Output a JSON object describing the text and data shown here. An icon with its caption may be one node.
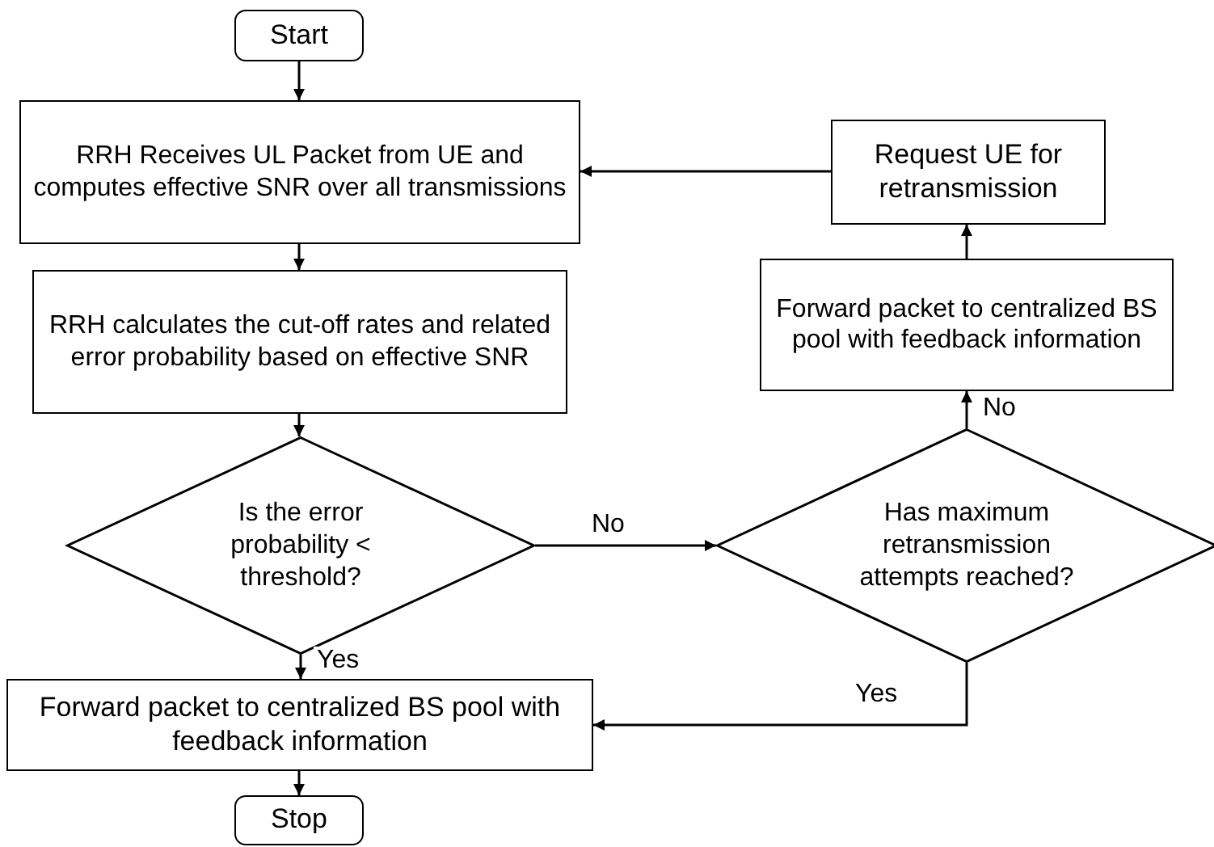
{
  "diagram": {
    "nodes": [
      {
        "text": [
          "Start"
        ]
      },
      {
        "text": [
          "RRH Receives UL Packet from UE and computes effective SNR over all transmissions"
        ]
      },
      {
        "text": [
          "RRH calculates the cut-off rates and related error probability based on effective SNR"
        ]
      },
      {
        "text": [
          "Is the error probability < threshold?"
        ]
      },
      {
        "text": [
          "Forward packet to centralized BS pool with feedback information"
        ]
      },
      {
        "text": [
          "Stop"
        ]
      },
      {
        "text": [
          "Request UE for retransmission"
        ]
      },
      {
        "text": [
          "Forward packet to centralized BS pool with feedback information"
        ]
      },
      {
        "text": [
          "Has maximum retransmission attempts reached?"
        ]
      }
    ],
    "edges": [
      {
        "from": 0,
        "to": 1,
        "arrow": "to"
      },
      {
        "from": 1,
        "to": 2,
        "arrow": "to"
      },
      {
        "from": 2,
        "to": 3,
        "arrow": "to"
      },
      {
        "from": 3,
        "to": 4,
        "arrow": "to",
        "label": "Yes"
      },
      {
        "from": 4,
        "to": 5,
        "arrow": "to"
      },
      {
        "from": 3,
        "to": 8,
        "arrow": "to",
        "label": "No"
      },
      {
        "from": 8,
        "to": 7,
        "arrow": "to",
        "label": "No"
      },
      {
        "from": 7,
        "to": 6,
        "arrow": "to"
      },
      {
        "from": 6,
        "to": 1,
        "arrow": "to"
      },
      {
        "from": 8,
        "to": 4,
        "arrow": "to",
        "label": "Yes"
      }
    ]
  }
}
